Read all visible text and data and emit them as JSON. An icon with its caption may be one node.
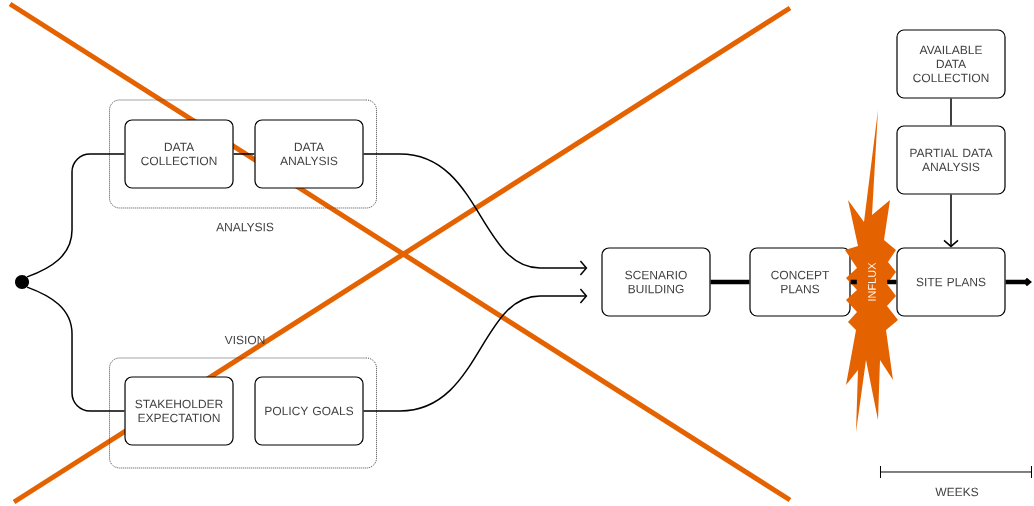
{
  "diagram": {
    "nodes": [
      {
        "text": [],
        "shape": "circle"
      },
      {
        "text": [
          "ANALYSIS"
        ]
      },
      {
        "text": [
          "DATA COLLECTION"
        ],
        "in": 1
      },
      {
        "text": [
          "DATA ANALYSIS"
        ],
        "in": 1
      },
      {
        "text": [
          "VISION"
        ]
      },
      {
        "text": [
          "STAKEHOLDER EXPECTATION"
        ],
        "in": 4
      },
      {
        "text": [
          "POLICY GOALS"
        ],
        "in": 4
      },
      {
        "text": [
          "SCENARIO BUILDING"
        ]
      },
      {
        "text": [
          "CONCEPT PLANS"
        ]
      },
      {
        "text": [
          "INFLUX"
        ]
      },
      {
        "text": [
          "AVAILABLE DATA COLLECTION"
        ]
      },
      {
        "text": [
          "PARTIAL DATA ANALYSIS"
        ]
      },
      {
        "text": [
          "SITE PLANS"
        ]
      }
    ],
    "edges": [
      {
        "from": 0,
        "to": 2,
        "arrow": "none"
      },
      {
        "from": 2,
        "to": 3,
        "arrow": "none"
      },
      {
        "from": 3,
        "to": 7,
        "arrow": "to"
      },
      {
        "from": 0,
        "to": 5,
        "arrow": "none"
      },
      {
        "from": 6,
        "to": 7,
        "arrow": "to"
      },
      {
        "from": 7,
        "to": 8,
        "arrow": "none",
        "style": "thick"
      },
      {
        "from": 8,
        "to": 9,
        "arrow": "none",
        "style": "thick"
      },
      {
        "from": 9,
        "to": 12,
        "arrow": "none",
        "style": "thick"
      },
      {
        "from": 10,
        "to": 11,
        "arrow": "none"
      },
      {
        "from": 11,
        "to": 12,
        "arrow": "to"
      },
      {
        "from": 12,
        "to": null,
        "arrow": "to",
        "style": "thick"
      }
    ],
    "labels": [
      "WEEKS"
    ]
  }
}
